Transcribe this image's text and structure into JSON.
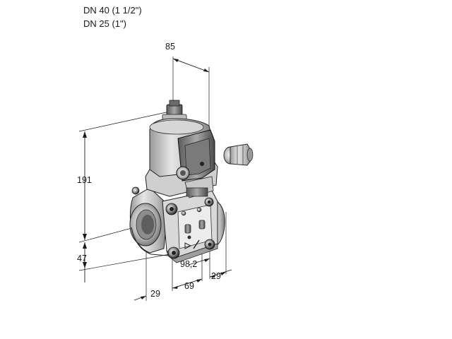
{
  "header": {
    "line1": "DN 40 (1 1/2\")",
    "line2": "DN 25 (1\")"
  },
  "dimensions": {
    "top_width": "85",
    "overall_height": "191",
    "lower_height": "47",
    "bottom_left": "29",
    "bottom_mid": "69",
    "diagonal": "98,2",
    "bottom_right": "29"
  }
}
